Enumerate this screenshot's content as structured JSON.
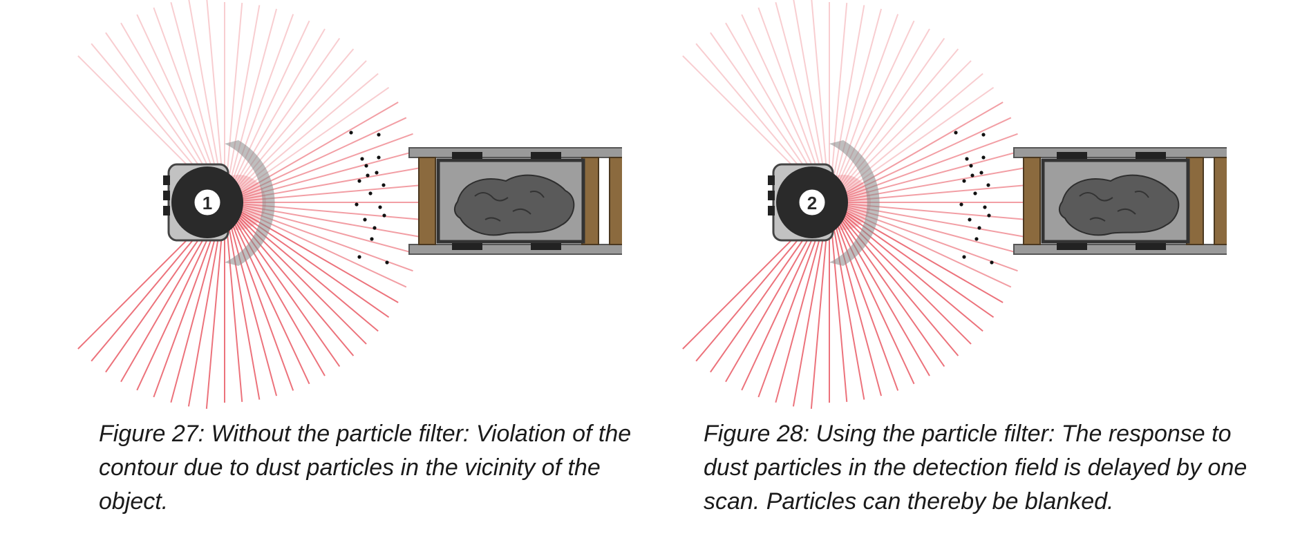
{
  "figures": [
    {
      "marker": "1",
      "caption": "Figure 27: Without the particle filter: Violation of the contour due to dust particles in the vicinity of the object."
    },
    {
      "marker": "2",
      "caption": "Figure 28: Using the particle filter: The response to dust particles in the detection field is delayed by one scan. Particles can thereby be blanked."
    }
  ],
  "colors": {
    "beam": "#e8505b",
    "sensor_body": "#2a2a2a",
    "sensor_housing": "#b8b8b8",
    "rail": "#8a8a8a",
    "sleeper": "#8b6a3e",
    "load": "#5a5a5a"
  }
}
